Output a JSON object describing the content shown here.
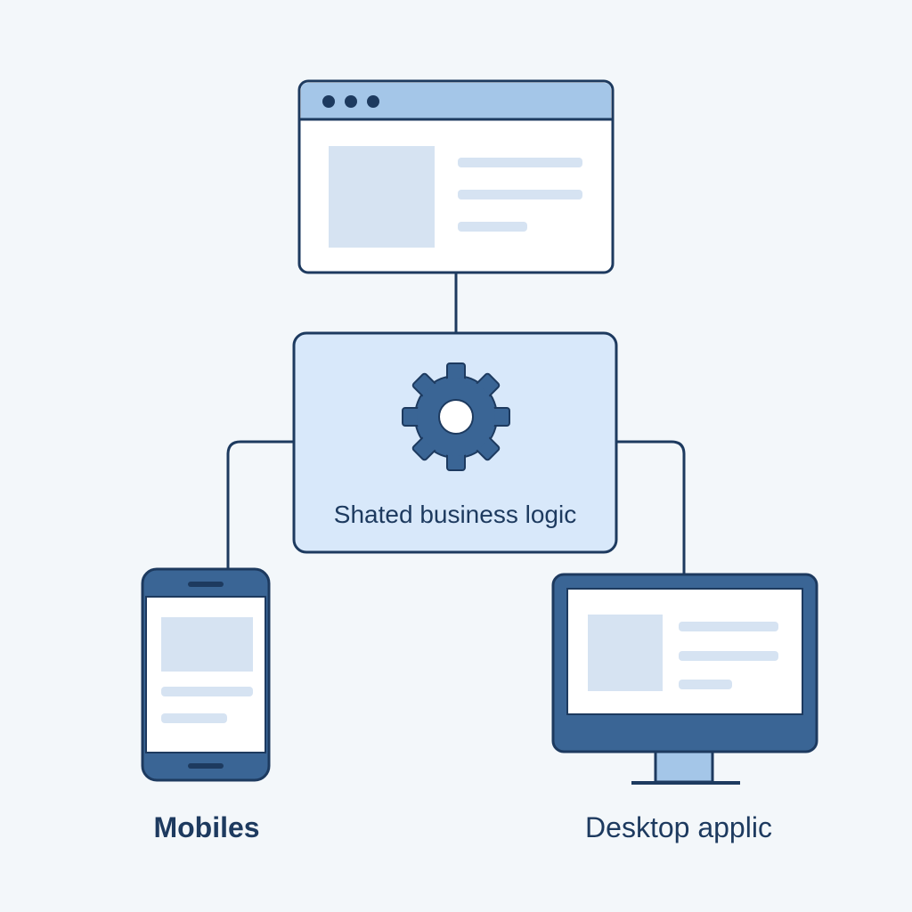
{
  "nodes": {
    "core": {
      "label": "Shated business logic",
      "icon": "gear-icon"
    },
    "browser": {
      "icon": "browser-window-icon"
    },
    "mobile": {
      "label": "Mobiles",
      "icon": "smartphone-icon"
    },
    "desktop": {
      "label": "Desktop applic",
      "icon": "desktop-monitor-icon"
    }
  },
  "colors": {
    "background": "#f3f7fa",
    "outline": "#1d3a5f",
    "accent_dark": "#3a6595",
    "accent_light": "#a4c6e8",
    "panel_fill": "#d8e8fa",
    "placeholder": "#d6e3f2",
    "surface": "#ffffff"
  }
}
